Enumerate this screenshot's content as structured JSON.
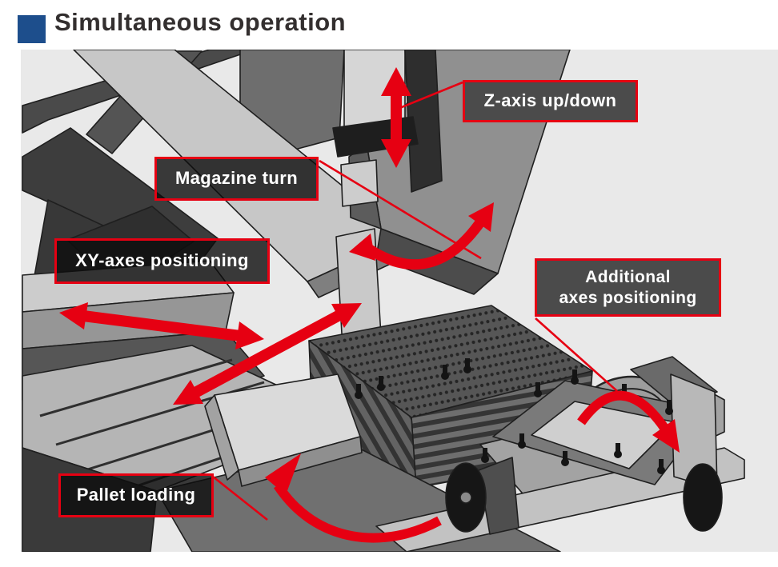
{
  "header": {
    "title": "Simultaneous operation"
  },
  "theme": {
    "accent_red": "#e60012",
    "bullet_blue": "#1d4e8c",
    "canvas_bg": "#e9e9e9",
    "title_color": "#332f2f",
    "label_bg_solid": "#4b4b4b",
    "label_bg_translucent": "rgba(12,12,12,0.80)"
  },
  "callouts": [
    {
      "id": "z-axis",
      "label": "Z-axis up/down"
    },
    {
      "id": "magazine-turn",
      "label": "Magazine turn"
    },
    {
      "id": "xy-axes",
      "label": "XY-axes positioning"
    },
    {
      "id": "additional-axes",
      "label": "Additional axes positioning",
      "line1": "Additional",
      "line2": "axes positioning"
    },
    {
      "id": "pallet-loading",
      "label": "Pallet loading"
    }
  ],
  "annotations": {
    "arrows": [
      {
        "name": "z-axis-motion-arrow",
        "type": "double-straight-vertical"
      },
      {
        "name": "x-axis-motion-arrow",
        "type": "double-straight"
      },
      {
        "name": "y-axis-motion-arrow",
        "type": "double-straight"
      },
      {
        "name": "magazine-turn-arrow",
        "type": "double-curved"
      },
      {
        "name": "additional-axes-rotate-arrow",
        "type": "curved"
      },
      {
        "name": "pallet-loading-arrow",
        "type": "curved"
      }
    ]
  }
}
